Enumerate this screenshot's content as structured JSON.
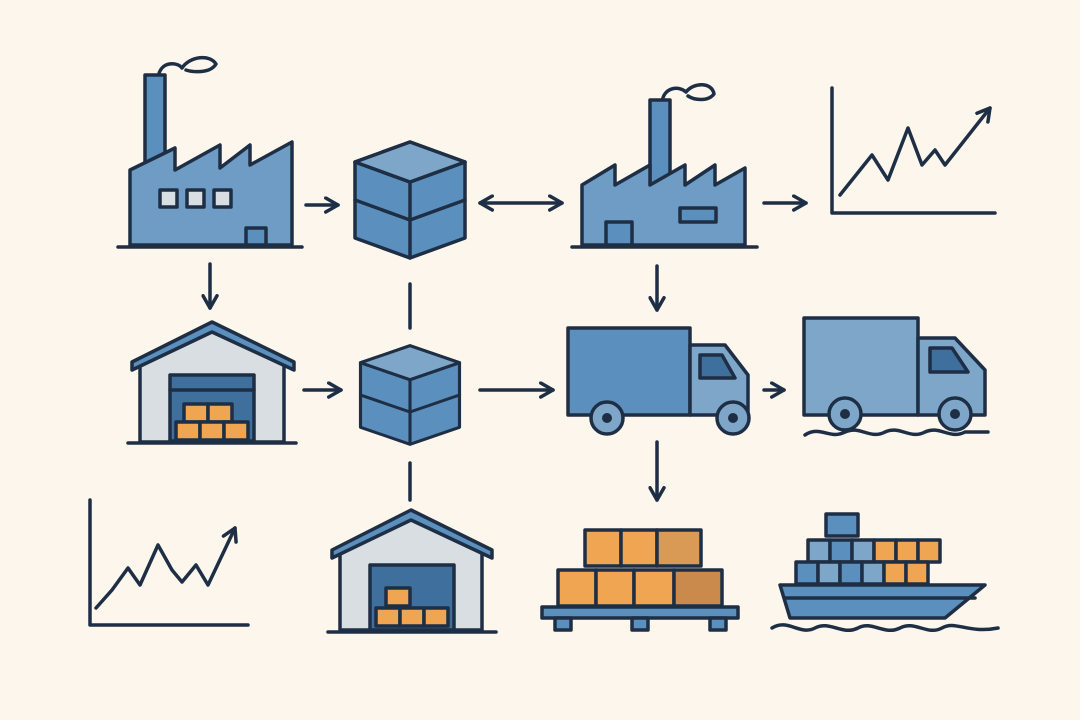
{
  "colors": {
    "background": "#fcf6ec",
    "outline": "#1e2f45",
    "blue": "#5b8fbd",
    "light_blue": "#7ea6c9",
    "pale": "#d9dee3",
    "orange": "#f0a552"
  },
  "nodes": [
    {
      "id": "factory-1",
      "icon": "factory-icon"
    },
    {
      "id": "inventory-cube-1",
      "icon": "stacked-cube-icon"
    },
    {
      "id": "factory-2",
      "icon": "factory-icon"
    },
    {
      "id": "growth-chart-1",
      "icon": "line-chart-icon"
    },
    {
      "id": "warehouse-1",
      "icon": "warehouse-icon"
    },
    {
      "id": "inventory-cube-2",
      "icon": "stacked-cube-icon"
    },
    {
      "id": "truck-1",
      "icon": "truck-icon"
    },
    {
      "id": "truck-2",
      "icon": "truck-icon"
    },
    {
      "id": "growth-chart-2",
      "icon": "line-chart-icon"
    },
    {
      "id": "warehouse-2",
      "icon": "warehouse-icon"
    },
    {
      "id": "pallet",
      "icon": "pallet-boxes-icon"
    },
    {
      "id": "cargo-ship",
      "icon": "container-ship-icon"
    }
  ],
  "connections": [
    {
      "from": "factory-1",
      "to": "inventory-cube-1",
      "type": "arrow"
    },
    {
      "from": "inventory-cube-1",
      "to": "factory-2",
      "type": "double-arrow"
    },
    {
      "from": "factory-2",
      "to": "growth-chart-1",
      "type": "arrow"
    },
    {
      "from": "factory-1",
      "to": "warehouse-1",
      "type": "arrow"
    },
    {
      "from": "inventory-cube-1",
      "to": "inventory-cube-2",
      "type": "line"
    },
    {
      "from": "factory-2",
      "to": "truck-1",
      "type": "arrow"
    },
    {
      "from": "warehouse-1",
      "to": "inventory-cube-2",
      "type": "arrow"
    },
    {
      "from": "inventory-cube-2",
      "to": "truck-1",
      "type": "arrow"
    },
    {
      "from": "truck-1",
      "to": "truck-2",
      "type": "arrow"
    },
    {
      "from": "inventory-cube-2",
      "to": "warehouse-2",
      "type": "line"
    },
    {
      "from": "truck-1",
      "to": "pallet",
      "type": "arrow"
    }
  ]
}
